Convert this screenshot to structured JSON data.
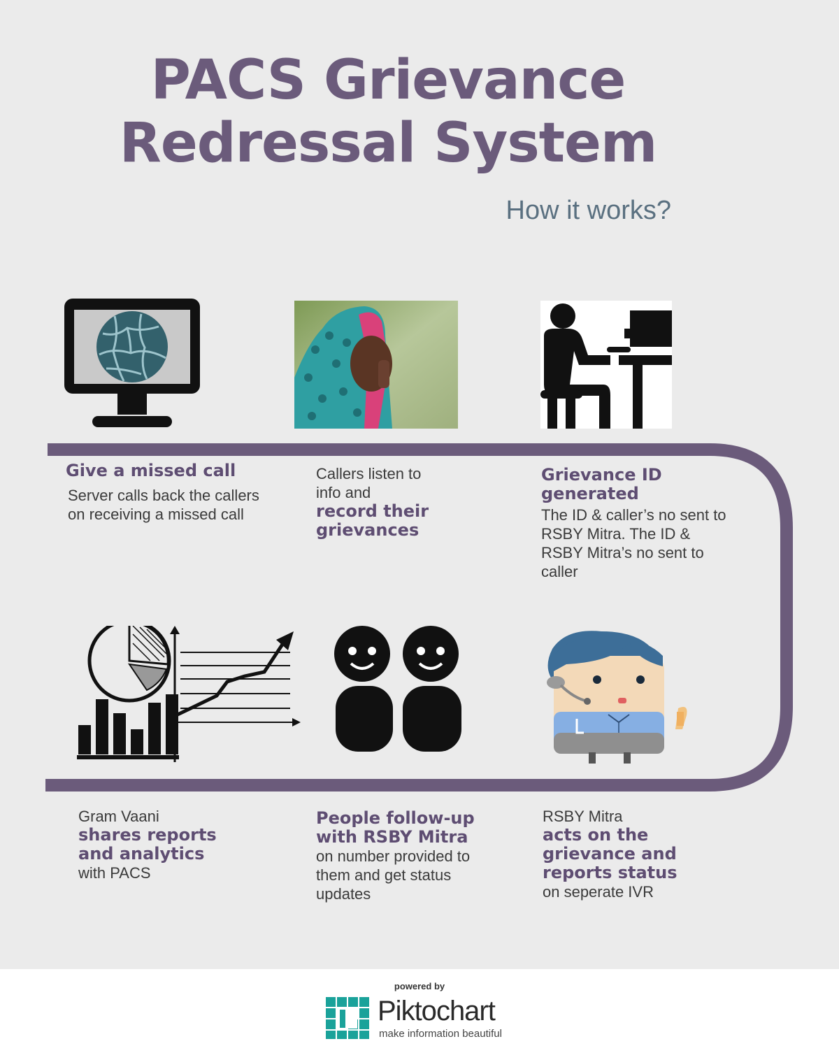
{
  "title_line1": "PACS Grievance",
  "title_line2": "Redressal System",
  "subtitle": "How it works?",
  "steps": [
    {
      "pre": "",
      "bold": "Give a missed call",
      "post": "Server calls back the callers on receiving a missed call"
    },
    {
      "pre": "Callers listen to info and",
      "bold": "record their grievances",
      "post": ""
    },
    {
      "pre": "",
      "bold": "Grievance ID generated",
      "post": "The ID & caller’s no sent to RSBY Mitra. The ID & RSBY Mitra’s no sent to caller"
    },
    {
      "pre": "Gram Vaani",
      "bold": "shares reports and analytics",
      "post": "with PACS"
    },
    {
      "pre": "",
      "bold": "People follow-up with RSBY Mitra",
      "post": "on number provided to them and get status updates"
    },
    {
      "pre": "RSBY Mitra",
      "bold": "acts on the grievance and reports status",
      "post": "on seperate IVR"
    }
  ],
  "footer": {
    "powered_by": "powered by",
    "brand_a": "Pikto",
    "brand_b": "chart",
    "tagline": "make information beautiful"
  },
  "colors": {
    "title": "#6b5b7b",
    "track": "#6b5b7b",
    "subtitle": "#5a7080",
    "background": "#ebebeb"
  }
}
